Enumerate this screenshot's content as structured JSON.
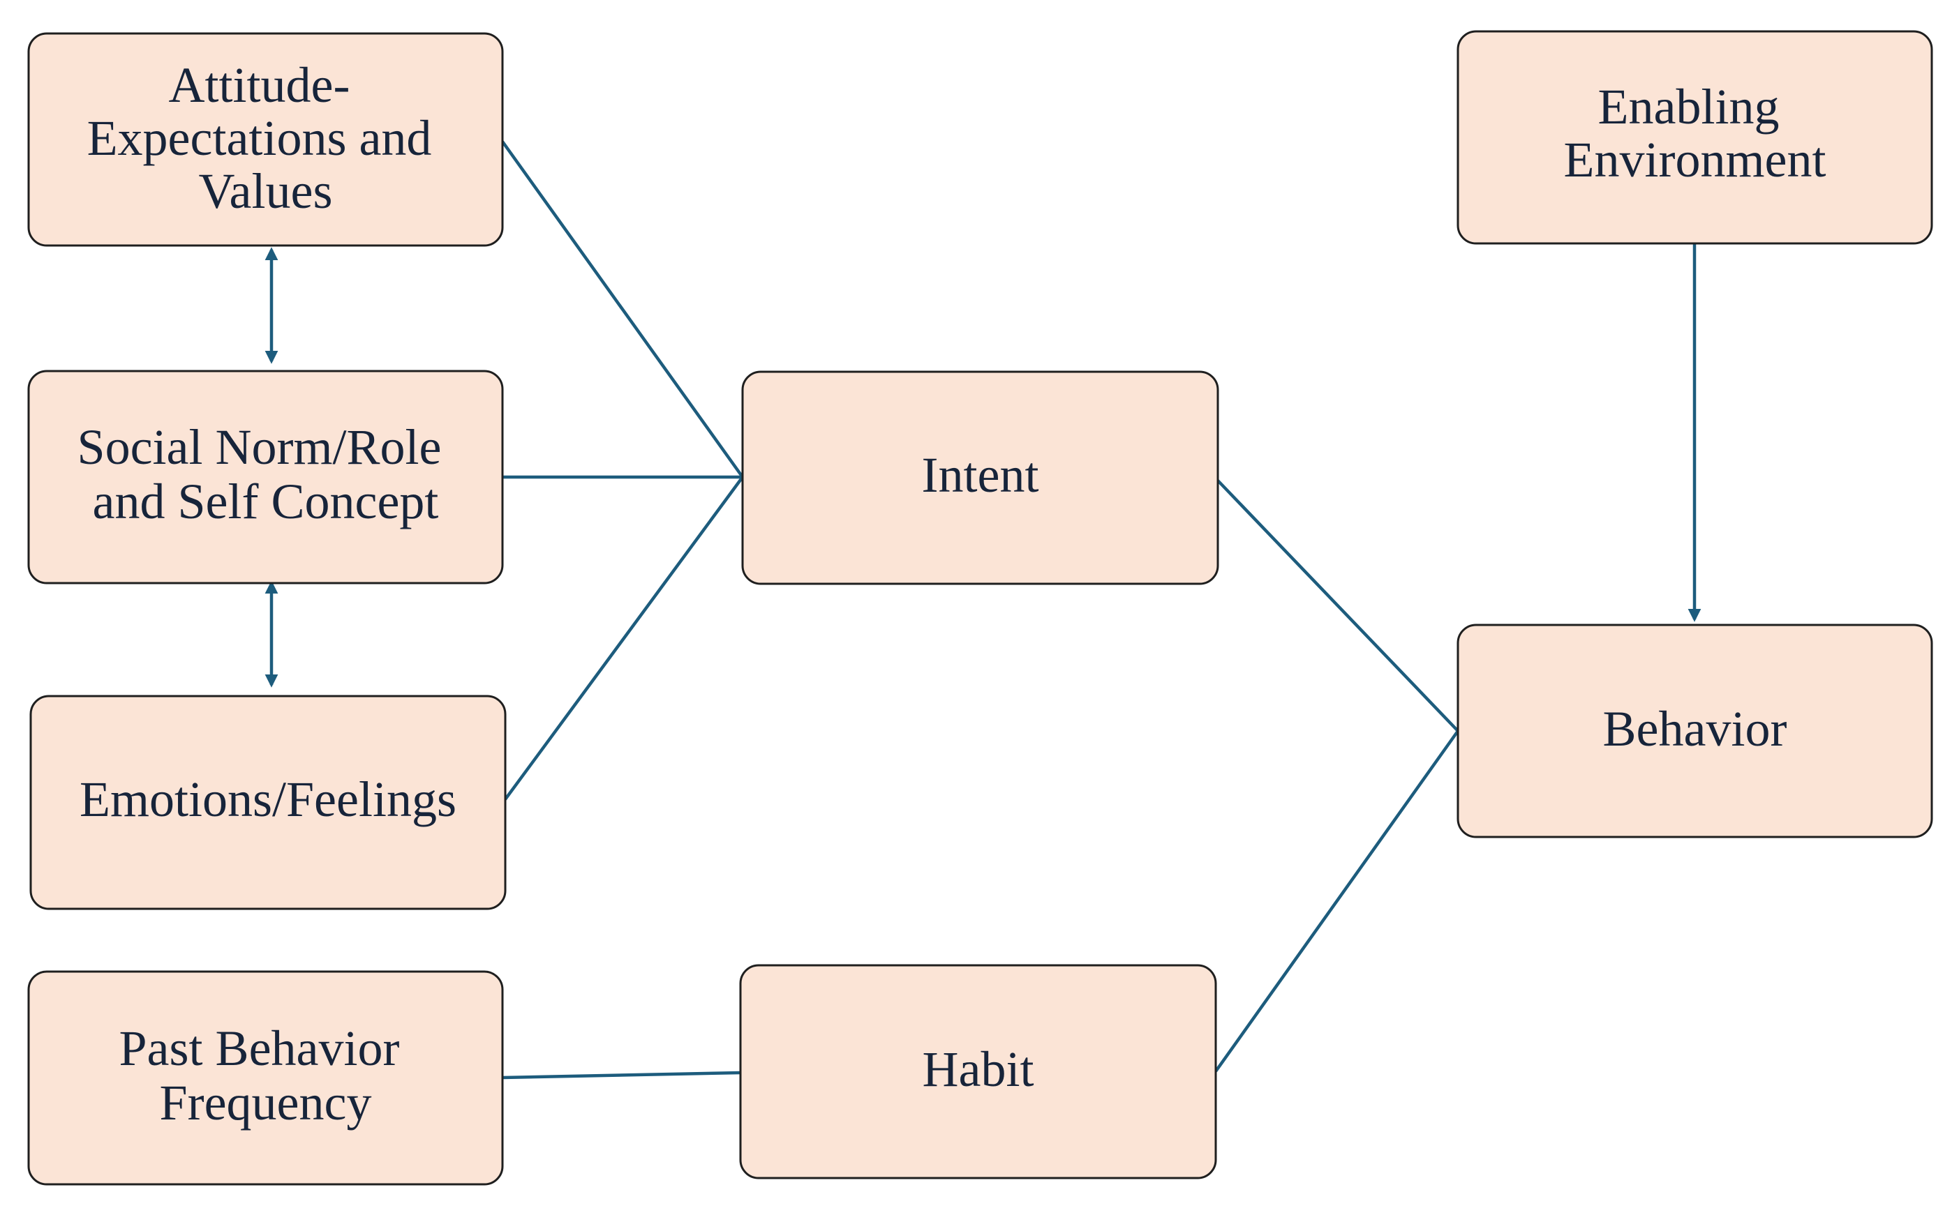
{
  "colors": {
    "node_fill": "#fbe4d6",
    "node_border": "#1f1f1f",
    "connector": "#1d5c7d",
    "text": "#17243a",
    "background": "#ffffff"
  },
  "nodes": {
    "attitude": {
      "lines": [
        "Attitude-",
        "Expectations and",
        "Values"
      ]
    },
    "social_norm": {
      "lines": [
        "Social Norm/Role",
        "and Self Concept"
      ]
    },
    "emotions": {
      "lines": [
        "Emotions/Feelings"
      ]
    },
    "past_behavior": {
      "lines": [
        "Past Behavior",
        "Frequency"
      ]
    },
    "intent": {
      "lines": [
        "Intent"
      ]
    },
    "habit": {
      "lines": [
        "Habit"
      ]
    },
    "enabling_environment": {
      "lines": [
        "Enabling",
        "Environment"
      ]
    },
    "behavior": {
      "lines": [
        "Behavior"
      ]
    }
  },
  "edges": [
    {
      "from": "attitude",
      "to": "intent",
      "type": "line"
    },
    {
      "from": "social_norm",
      "to": "intent",
      "type": "line"
    },
    {
      "from": "emotions",
      "to": "intent",
      "type": "line"
    },
    {
      "from": "attitude",
      "to": "social_norm",
      "type": "bidirectional-arrow"
    },
    {
      "from": "social_norm",
      "to": "emotions",
      "type": "bidirectional-arrow"
    },
    {
      "from": "past_behavior",
      "to": "habit",
      "type": "line"
    },
    {
      "from": "intent",
      "to": "behavior",
      "type": "line"
    },
    {
      "from": "habit",
      "to": "behavior",
      "type": "line"
    },
    {
      "from": "enabling_environment",
      "to": "behavior",
      "type": "arrow"
    }
  ]
}
